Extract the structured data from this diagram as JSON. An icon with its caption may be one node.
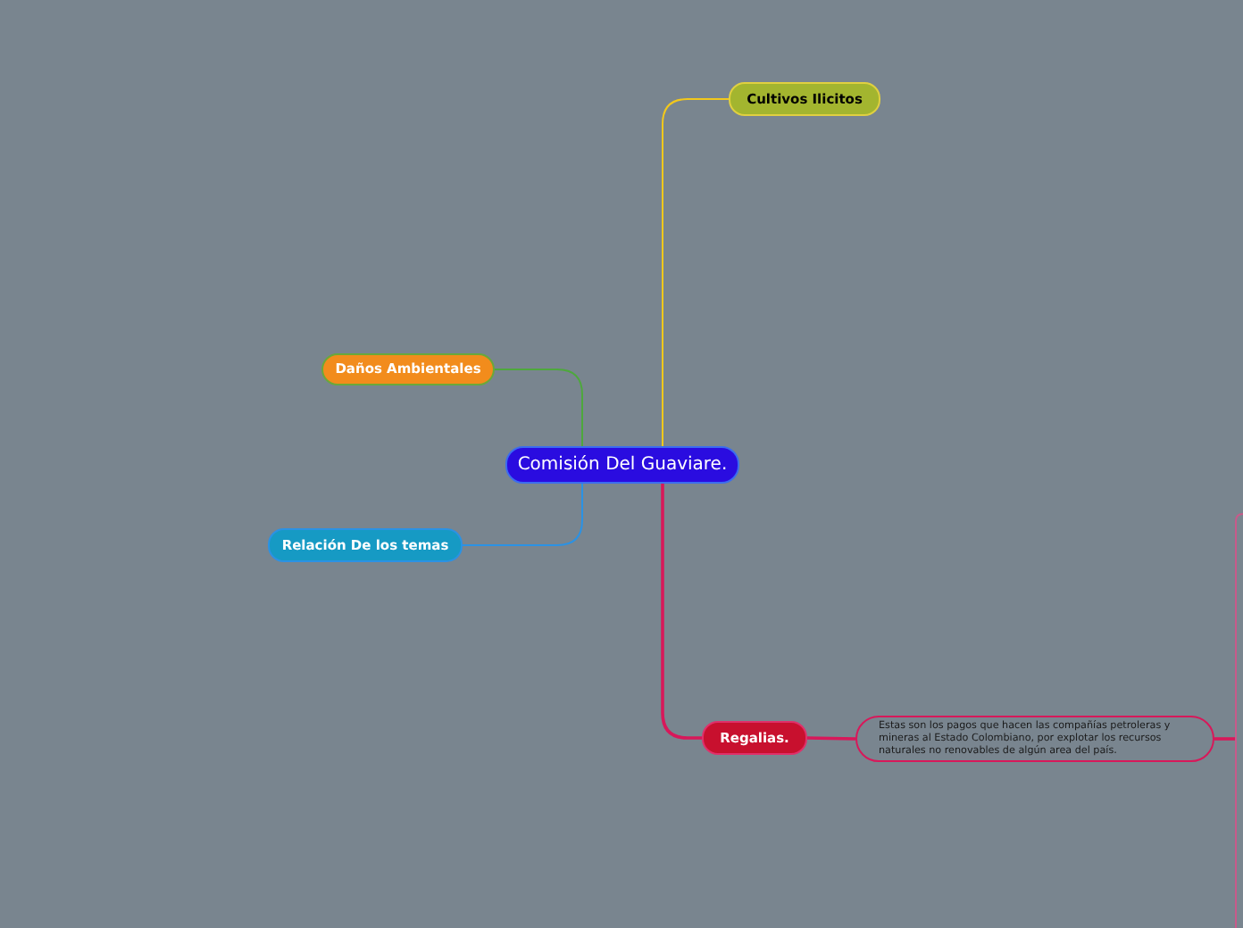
{
  "diagram": {
    "nodes": [
      {
        "text": [
          "Comisión Del Guaviare."
        ]
      },
      {
        "text": [
          "Cultivos Ilicitos"
        ]
      },
      {
        "text": [
          "Daños Ambientales"
        ]
      },
      {
        "text": [
          "Relación De los temas"
        ]
      },
      {
        "text": [
          "Regalias."
        ]
      },
      {
        "text": [
          "Estas son los pagos que hacen las compañías petroleras y mineras al Estado Colombiano, por explotar los recursos naturales no renovables de algún area del país."
        ]
      }
    ],
    "edges": [
      {
        "from": 0,
        "to": 1,
        "arrow": "none",
        "color": "#f2c81c"
      },
      {
        "from": 0,
        "to": 2,
        "arrow": "none",
        "color": "#4ea83c"
      },
      {
        "from": 0,
        "to": 3,
        "arrow": "none",
        "color": "#2b92e4"
      },
      {
        "from": 0,
        "to": 4,
        "arrow": "none"
      },
      {
        "from": 4,
        "to": 5,
        "arrow": "none"
      },
      {
        "from": 5,
        "to": null,
        "arrow": "none"
      }
    ]
  }
}
